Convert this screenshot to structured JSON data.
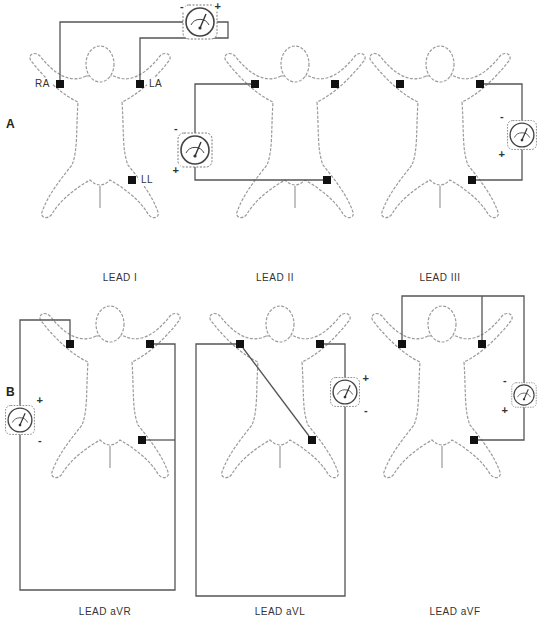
{
  "diagram": {
    "labels": [
      "A",
      "-",
      "+",
      "RA",
      "LA",
      "LL",
      "-",
      "+",
      "-",
      "+",
      "LEAD I",
      "LEAD II",
      "LEAD III",
      "B",
      "+",
      "-",
      "+",
      "-",
      "-",
      "+",
      "LEAD aVR",
      "LEAD aVL",
      "LEAD aVF"
    ]
  }
}
